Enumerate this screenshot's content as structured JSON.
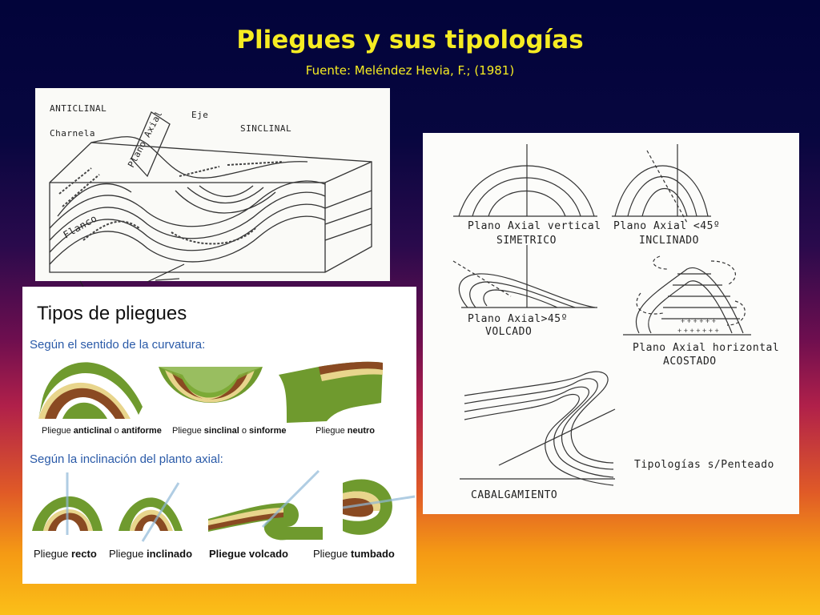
{
  "slide": {
    "title": "Pliegues y sus tipologías",
    "subtitle": "Fuente: Meléndez Hevia, F.; (1981)"
  },
  "block_diagram": {
    "labels": {
      "anticlinal": "ANTICLINAL",
      "charnela": "Charnela",
      "eje": "Eje",
      "plano_axial": "Plano Axial",
      "sinclinal": "SINCLINAL",
      "flanco": "Flanco"
    }
  },
  "typology_sketch": {
    "labels": {
      "vertical_1": "Plano Axial vertical",
      "vertical_2": "SIMETRICO",
      "inclinado_1": "Plano Axial <45º",
      "inclinado_2": "INCLINADO",
      "volcado_1": "Plano Axial>45º",
      "volcado_2": "VOLCADO",
      "acostado_1": "Plano Axial horizontal",
      "acostado_2": "ACOSTADO",
      "cabalgamiento": "CABALGAMIENTO",
      "credit": "Tipologías   s/Penteado"
    }
  },
  "fold_types": {
    "heading": "Tipos de pliegues",
    "section1": "Según el sentido de la curvatura:",
    "section2": "Según la inclinación del planto axial:",
    "curvature": [
      {
        "pre": "Pliegue ",
        "bold": "anticlinal",
        "mid": " o ",
        "bold2": "antiforme"
      },
      {
        "pre": "Pliegue ",
        "bold": "sinclinal",
        "mid": " o ",
        "bold2": "sinforme"
      },
      {
        "pre": "Pliegue ",
        "bold": "neutro",
        "mid": "",
        "bold2": ""
      }
    ],
    "inclination": [
      {
        "pre": "Pliegue ",
        "bold": "recto"
      },
      {
        "pre": "Pliegue ",
        "bold": "inclinado"
      },
      {
        "pre": "",
        "bold": "Pliegue volcado"
      },
      {
        "pre": "Pliegue ",
        "bold": "tumbado"
      }
    ]
  },
  "colors": {
    "title": "#f6ec22",
    "section_text": "#2a5aa8",
    "layer_green": "#6f9a2e",
    "layer_brown": "#8a4a22",
    "layer_cream": "#e8d58c"
  }
}
